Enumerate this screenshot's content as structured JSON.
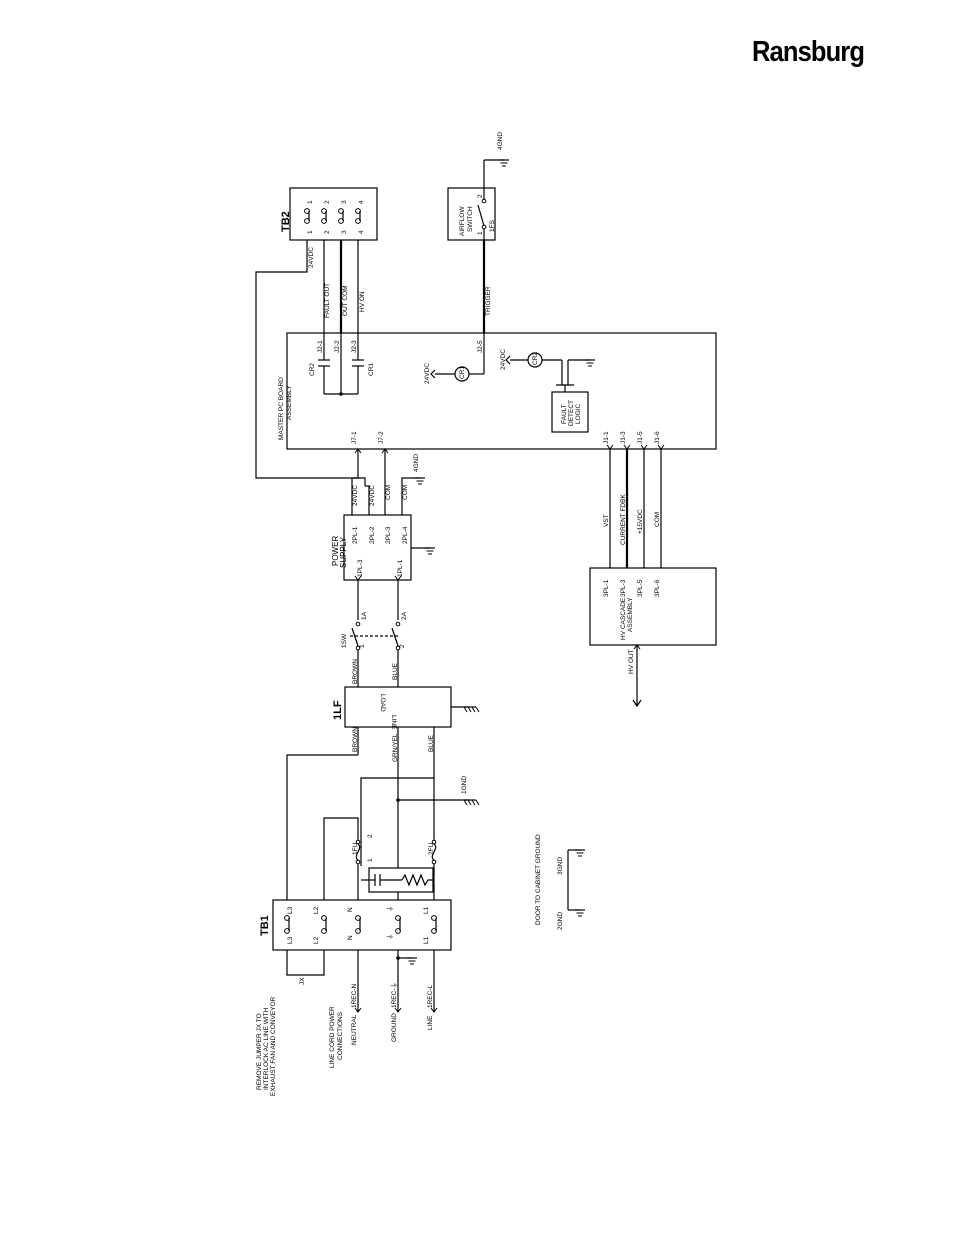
{
  "brand": "Ransburg",
  "tb2": {
    "title": "TB2",
    "left_terms": [
      "1",
      "2",
      "3",
      "4"
    ],
    "right_terms": [
      "1",
      "2",
      "3",
      "4"
    ],
    "supply": "24VDC"
  },
  "airflow": {
    "label_1": "AIRFLOW",
    "label_2": "SWITCH",
    "ref": "1FS",
    "pin1": "1",
    "pin2": "2",
    "gnd": "4GND"
  },
  "master_board": {
    "label_1": "MASTER PC BOARD",
    "label_2": "ASSEMBLY",
    "wires": [
      "FAULT OUT",
      "OUT COM",
      "HV ON"
    ],
    "trigger": "TRIGGER",
    "pins": [
      "J2-1",
      "J2-2",
      "J2-3",
      "J2-5"
    ],
    "relays": [
      "CR2",
      "CR1"
    ],
    "coils": [
      "CR1",
      "CR2"
    ],
    "supply_1": "24VDC",
    "supply_2": "24VDC",
    "logic_1": "FAULT",
    "logic_2": "DETECT",
    "logic_3": "LOGIC",
    "j7": [
      "J7-1",
      "J7-2"
    ],
    "j1": [
      "J1-1",
      "J1-3",
      "J1-5",
      "J1-6"
    ]
  },
  "power_supply": {
    "label_1": "POWER",
    "label_2": "SUPPLY",
    "left_pins": [
      "1PL-3",
      "1PL-1"
    ],
    "right_pins": [
      "2PL-1",
      "2PL-2",
      "2PL-3",
      "2PL-4"
    ],
    "outputs": [
      "24VDC",
      "24VDC",
      "COM",
      "COM"
    ],
    "gnd": "4GND"
  },
  "switch": {
    "ref": "1SW",
    "pin1": "1",
    "pin2": "2",
    "out1": "1A",
    "out2": "2A"
  },
  "filter": {
    "ref": "1LF",
    "load": "LOAD",
    "line": "LINE",
    "load_wires": [
      "BROWN",
      "BLUE"
    ],
    "line_wires": [
      "BROWN",
      "GRN/YEL",
      "BLUE"
    ],
    "gnd": "1GND"
  },
  "cascade": {
    "label_1": "HV CASCADE",
    "label_2": "ASSEMBLY",
    "pins": [
      "3PL-1",
      "3PL-3",
      "3PL-5",
      "3PL-6"
    ],
    "wires": [
      "VST",
      "CURRENT FDBK",
      "+15VDC",
      "COM"
    ],
    "output": "HV OUT"
  },
  "fuses": {
    "f1": "1FU",
    "f2": "2FU",
    "pin1": "1",
    "pin2": "2"
  },
  "tb1": {
    "title": "TB1",
    "left_terms": [
      "L3",
      "L2",
      "N",
      "⏚",
      "L1"
    ],
    "right_terms": [
      "L3",
      "L2",
      "N",
      "⏚",
      "L1"
    ],
    "jumper": "JX"
  },
  "line_cord": {
    "heading_1": "LINE CORD POWER",
    "heading_2": "CONNECTIONS",
    "names": [
      "NEUTRAL",
      "GROUND",
      "LINE"
    ],
    "plugs": [
      "1REC-N",
      "1REC-⏚",
      "1REC-L"
    ]
  },
  "jumper_note": {
    "line_1": "REMOVE JUMPER JX TO",
    "line_2": "INTERLOCK AC LINE WITH",
    "line_3": "EXHAUST FAN AND CONVEYOR"
  },
  "door_note": {
    "text": "DOOR TO CABINET GROUND",
    "g2": "2GND",
    "g3": "3GND"
  }
}
